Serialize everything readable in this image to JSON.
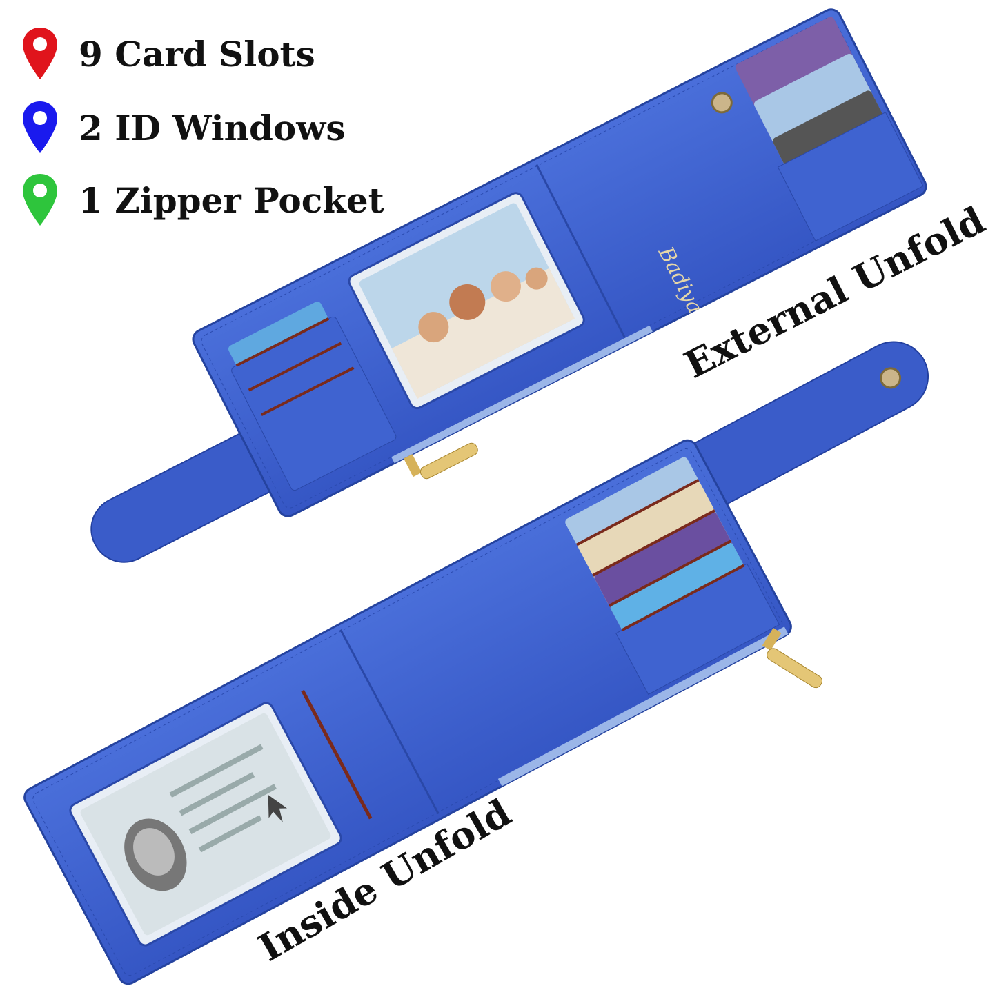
{
  "features": [
    {
      "label": "9 Card Slots",
      "icon": "map-pin-icon",
      "color": "#e0141c"
    },
    {
      "label": "2 ID Windows",
      "icon": "map-pin-icon",
      "color": "#1a1aee"
    },
    {
      "label": "1 Zipper Pocket",
      "icon": "map-pin-icon",
      "color": "#2ec53c"
    }
  ],
  "captions": {
    "external": "External Unfold",
    "inside": "Inside Unfold"
  },
  "brand_logo": "Badiya",
  "colors": {
    "wallet_blue": "#3f63d0",
    "wallet_dark": "#2c4cb8",
    "slot_brown": "#7a2a1c",
    "zipper_gold": "#d6b25a"
  }
}
